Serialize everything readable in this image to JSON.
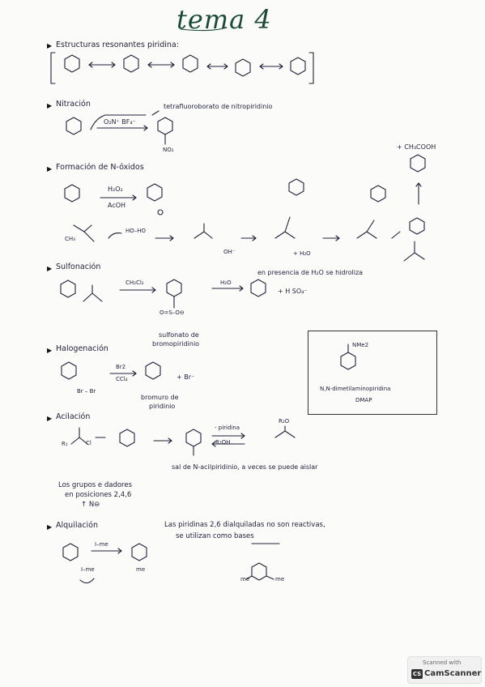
{
  "title": "tema 4",
  "sections": {
    "resonance": {
      "heading": "Estructuras resonantes piridina:"
    },
    "nitration": {
      "heading": "Nitración",
      "reagent": "O₂N⁺ BF₄⁻",
      "product_label": "tetrafluoroborato de nitropiridinio",
      "no2": "NO₂"
    },
    "noxide": {
      "heading": "Formación de N-óxidos",
      "reagent_top": "H₂O₂",
      "reagent_bottom": "AcOH",
      "acid": "+ CH₃COOH",
      "plus_h2o": "+ H₂O",
      "ch3": "CH₃",
      "ho": "HO–HO",
      "oh_minus": "OH⁻"
    },
    "sulfonation": {
      "heading": "Sulfonación",
      "reagent": "CH₂Cl₂",
      "reagent2": "H₂O",
      "note": "en presencia de H₂O se hidroliza",
      "byproduct": "+ H SO₄⁻",
      "product_label_1": "sulfonato de",
      "product_label_2": "bromopiridinio",
      "so3": "O=S–O⊖"
    },
    "halogenation": {
      "heading": "Halogenación",
      "reagent_top": "Br2",
      "reagent_bottom": "CCl₄",
      "byproduct": "+ Br⁻",
      "br2": "Br – Br",
      "product_label_1": "bromuro de",
      "product_label_2": "piridinio"
    },
    "dmap": {
      "nme2": "NMe2",
      "name": "N,N-dimetilaminopiridina",
      "abbr": "DMAP"
    },
    "acylation": {
      "heading": "Acilación",
      "reagent_top": "- piridina",
      "reagent_bottom": "R₂OH",
      "product_label": "sal de N-acilpiridinio, a veces se puede aislar",
      "r1": "R₁",
      "r2o": "R₂O",
      "cl": "Cl",
      "note_1": "Los grupos e dadores",
      "note_2": "en posiciones 2,4,6",
      "note_3": "↑ N⊖"
    },
    "alkylation": {
      "heading": "Alquilación",
      "reagent": "I–me",
      "reagent2": "I–me",
      "me": "me",
      "note_1": "Las piridinas 2,6 dialquiladas no son reactivas,",
      "note_2": "se utilizan como bases",
      "me_left": "me",
      "me_right": "me"
    }
  },
  "scanner": {
    "top": "Scanned with",
    "name": "CamScanner",
    "logo": "CS"
  },
  "colors": {
    "ink": "#1f1f3a",
    "title": "#1b4a3a",
    "paper": "#fbfbfa"
  }
}
